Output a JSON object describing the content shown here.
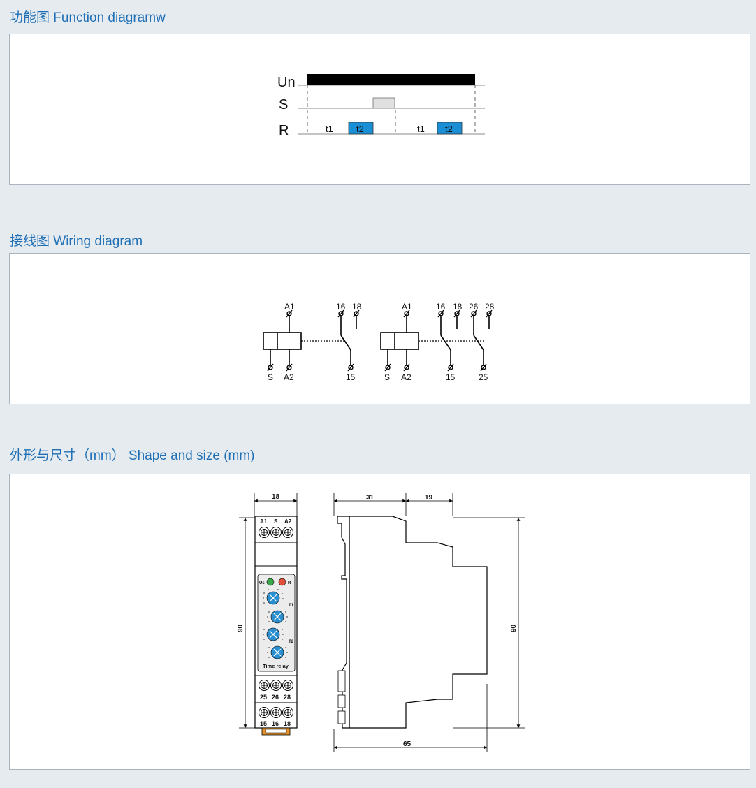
{
  "sections": {
    "function": {
      "title": "功能图 Function diagramw"
    },
    "wiring": {
      "title": "接线图 Wiring diagram"
    },
    "shape": {
      "title": "外形与尺寸（mm） Shape and size (mm)"
    }
  },
  "function_diagram": {
    "rows": [
      "Un",
      "S",
      "R"
    ],
    "intervals": [
      "t1",
      "t2",
      "t1",
      "t2"
    ]
  },
  "wiring_diagram": {
    "left": {
      "a1": "A1",
      "s": "S",
      "a2": "A2",
      "t16": "16",
      "t18": "18",
      "t15": "15"
    },
    "right": {
      "a1": "A1",
      "s": "S",
      "a2": "A2",
      "t16": "16",
      "t18": "18",
      "t26": "26",
      "t28": "28",
      "t15": "15",
      "t25": "25"
    }
  },
  "shape_size": {
    "front": {
      "width": "18",
      "height": "90",
      "top_terms": [
        "A1",
        "S",
        "A2"
      ],
      "mid_terms": [
        "25",
        "26",
        "28"
      ],
      "bot_terms": [
        "15",
        "16",
        "18"
      ],
      "leds": [
        "Us",
        "R"
      ],
      "knob_labels": [
        "T1",
        "T2"
      ],
      "product_label": "Time relay"
    },
    "side": {
      "depth1": "31",
      "depth2": "19",
      "height": "90",
      "total": "65"
    }
  },
  "colors": {
    "accent": "#1f6fb5",
    "pulse_blue": "#1b8fd6",
    "led_green": "#3aa84a",
    "led_red": "#e0503a",
    "knob_blue": "#2a8fd0",
    "clip_orange": "#e8952a"
  }
}
